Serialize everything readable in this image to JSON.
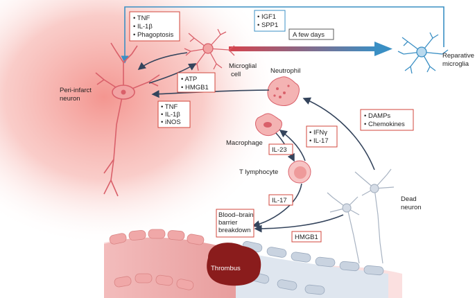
{
  "colors": {
    "inflammation": "#e85a55",
    "neuron": "#e8a0a0",
    "repair": "#3a8fc4",
    "arrow": "#34445c",
    "thrombus": "#8a1c1c"
  },
  "labels": {
    "microglial_cell": [
      "Microglial",
      "cell"
    ],
    "reparative_microglia": [
      "Reparative",
      "microglia"
    ],
    "peri_infarct_neuron": [
      "Peri-infarct",
      "neuron"
    ],
    "neutrophil": "Neutrophil",
    "macrophage": "Macrophage",
    "t_lymphocyte": "T lymphocyte",
    "dead_neuron": [
      "Dead",
      "neuron"
    ],
    "bbb_breakdown": [
      "Blood–brain",
      "barrier",
      "breakdown"
    ],
    "thrombus": "Thrombus",
    "a_few_days": "A few days"
  },
  "boxes": {
    "microglia_to_neuron": [
      "• TNF",
      "• IL-1β",
      "• Phagoptosis"
    ],
    "repair_factors": [
      "• IGF1",
      "• SPP1"
    ],
    "neuron_to_microglia": [
      "• ATP",
      "• HMGB1"
    ],
    "neuron_inflammation": [
      "• TNF",
      "• IL-1β",
      "• iNOS"
    ],
    "dead_signals": [
      "• DAMPs",
      "• Chemokines"
    ],
    "macrophage_t": [
      "• IFNγ",
      "• IL-17"
    ],
    "il23": "IL-23",
    "il17": "IL-17",
    "hmgb1": "HMGB1"
  },
  "icons": [
    "microglia-icon",
    "neuron-icon",
    "neutrophil-icon",
    "macrophage-icon",
    "t-lymphocyte-icon",
    "dead-neuron-icon",
    "blood-vessel-icon",
    "thrombus-icon"
  ]
}
